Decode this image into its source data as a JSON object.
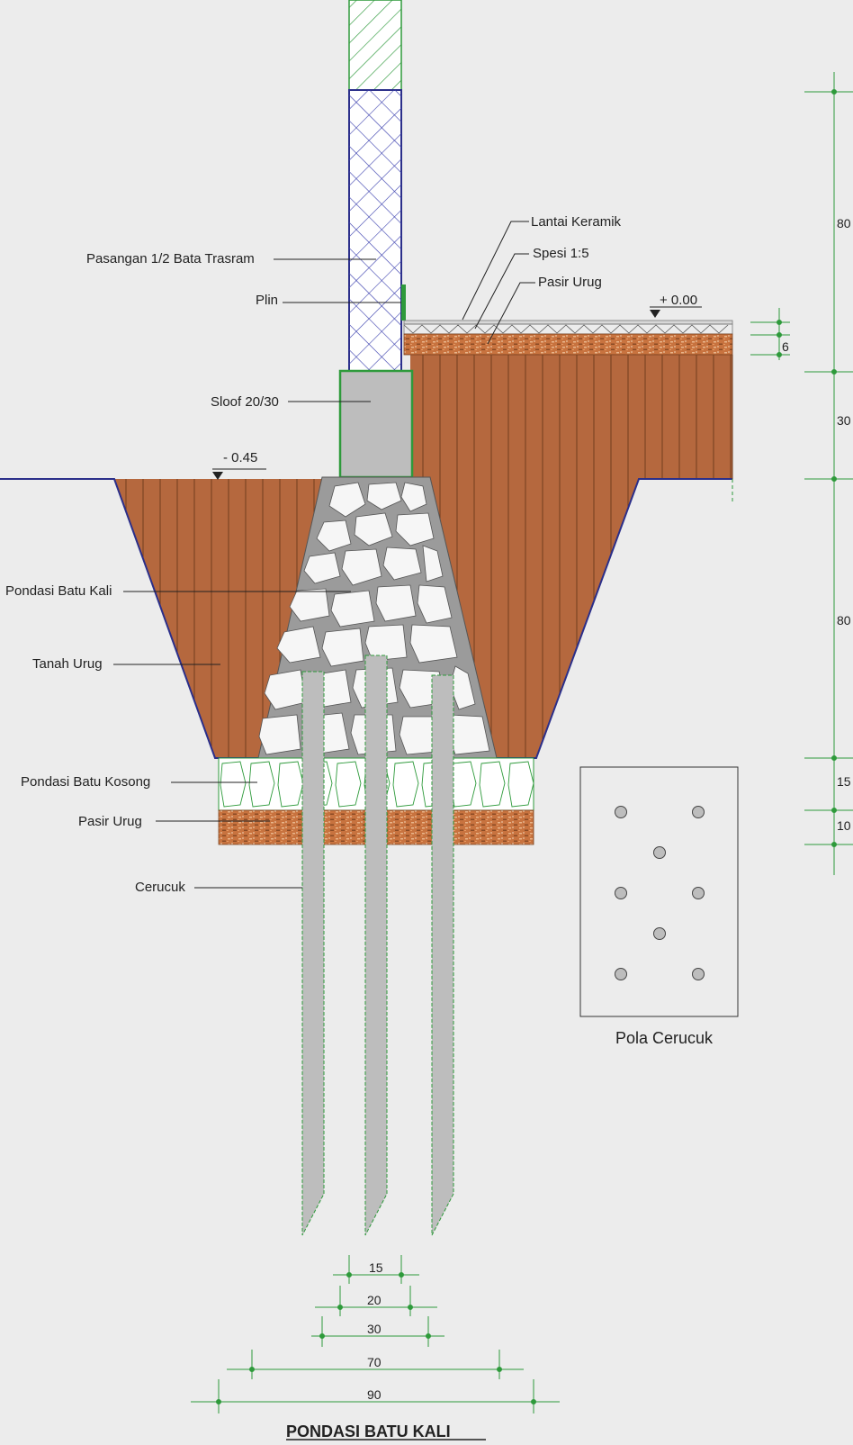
{
  "title": "PONDASI BATU KALI",
  "labels": {
    "lantai_keramik": "Lantai Keramik",
    "spesi": "Spesi 1:5",
    "pasir_urug_top": "Pasir Urug",
    "pasangan_bata": "Pasangan 1/2 Bata Trasram",
    "plin": "Plin",
    "sloof": "Sloof 20/30",
    "pondasi_batu_kali": "Pondasi Batu Kali",
    "tanah_urug": "Tanah Urug",
    "pondasi_batu_kosong": "Pondasi Batu Kosong",
    "pasir_urug_bottom": "Pasir Urug",
    "cerucuk": "Cerucuk"
  },
  "levels": {
    "floor": "+ 0.00",
    "ground": "- 0.45"
  },
  "dims_right": {
    "wall": "80",
    "floor_layers": "6",
    "sloof": "30",
    "foundation": "80",
    "batu_kosong": "15",
    "pasir": "10"
  },
  "dims_bottom": {
    "d15": "15",
    "d20": "20",
    "d30": "30",
    "d70": "70",
    "d90": "90"
  },
  "pattern_caption": "Pola Cerucuk",
  "colors": {
    "soil": "#b5683e",
    "soil_line": "#6a3a1c",
    "outline": "#2b2f8a",
    "wall_hatch": "#3a3fae",
    "green": "#2e9a3b",
    "concrete": "#bdbdbd",
    "mortar": "#9b9b9b",
    "stone": "#f6f6f6",
    "sand": "#c8733f"
  }
}
